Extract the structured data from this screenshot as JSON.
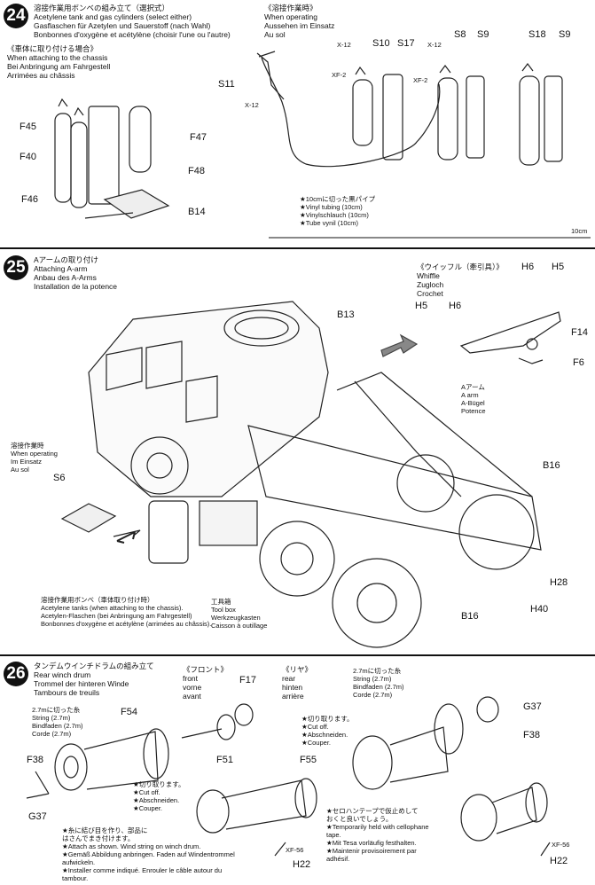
{
  "step24": {
    "number": "24",
    "title": [
      "溶接作業用ボンベの組み立て（選択式）",
      "Acetylene tank and gas cylinders (select either)",
      "Gasflaschen für Azetylen und Sauerstoff (nach Wahl)",
      "Bonbonnes d'oxygène et acétylène (choisir l'une ou l'autre)"
    ],
    "chassis": [
      "《車体に取り付ける場合》",
      "When attaching to the chassis",
      "Bei Anbringung am Fahrgestell",
      "Arrimées au châssis"
    ],
    "operating": [
      "《溶接作業時》",
      "When operating",
      "Aussehen im Einsatz",
      "Au sol"
    ],
    "parts": {
      "F45": "F45",
      "F40": "F40",
      "F46": "F46",
      "F47": "F47",
      "F48": "F48",
      "B14": "B14",
      "S11": "S11",
      "S10": "S10",
      "S17": "S17",
      "S8": "S8",
      "S9a": "S9",
      "S18": "S18",
      "S9b": "S9"
    },
    "paints": {
      "X12a": "X-12",
      "XF2a": "XF-2",
      "X12b": "X-12",
      "XF2b": "XF-2",
      "X12c": "X-12"
    },
    "tubing": [
      "★10cmに切った黒パイプ",
      "★Vinyl tubing (10cm)",
      "★Vinylschlauch (10cm)",
      "★Tube vynil (10cm)"
    ],
    "scale": "10cm"
  },
  "step25": {
    "number": "25",
    "title": [
      "Aアームの取り付け",
      "Attaching A-arm",
      "Anbau des A-Arms",
      "Installation de la potence"
    ],
    "whiffle": [
      "《ウイッフル（牽引具）》",
      "Whiffle",
      "Zugloch",
      "Crochet"
    ],
    "aarm": [
      "Aアーム",
      "A arm",
      "A-Bügel",
      "Potence"
    ],
    "operating": [
      "溶接作業時",
      "When operating",
      "Im Einsatz",
      "Au sol"
    ],
    "tanks": [
      "溶接作業用ボンベ（車体取り付け時）",
      "Acetylene tanks (when attaching to the chassis).",
      "Acetylen-Flaschen (bei Anbringung am Fahrgestell)",
      "Bonbonnes d'oxygène et acétylène (arrimées au châssis)."
    ],
    "toolbox": [
      "工具箱",
      "Tool box",
      "Werkzeugkasten",
      "Caisson à outillage"
    ],
    "parts": {
      "H6a": "H6",
      "H5a": "H5",
      "H5b": "H5",
      "H6b": "H6",
      "F14": "F14",
      "F6": "F6",
      "B13": "B13",
      "B16a": "B16",
      "B16b": "B16",
      "S6": "S6",
      "H28": "H28",
      "H40": "H40"
    }
  },
  "step26": {
    "number": "26",
    "title": [
      "タンデムウインチドラムの組み立て",
      "Rear winch drum",
      "Trommel der hinteren Winde",
      "Tambours de treuils"
    ],
    "front": [
      "《フロント》",
      "front",
      "vorne",
      "avant"
    ],
    "rear": [
      "《リヤ》",
      "rear",
      "hinten",
      "arrière"
    ],
    "string_left": [
      "2.7mに切った糸",
      "String (2.7m)",
      "Bindfaden (2.7m)",
      "Corde (2.7m)"
    ],
    "string_right": [
      "2.7mに切った糸",
      "String (2.7m)",
      "Bindfaden (2.7m)",
      "Corde (2.7m)"
    ],
    "cut_left": [
      "★切り取ります。",
      "★Cut off.",
      "★Abschneiden.",
      "★Couper."
    ],
    "cut_right": [
      "★切り取ります。",
      "★Cut off.",
      "★Abschneiden.",
      "★Couper."
    ],
    "attach": [
      "★糸に結び目を作り、部品に",
      "はさんでまき付けます。",
      "★Attach as shown. Wind string on winch drum.",
      "★Gemäß Abbildung anbringen. Faden auf Windentrommel",
      "aufwickeln.",
      "★Installer comme indiqué. Enrouler le câble autour du",
      "tambour."
    ],
    "tape": [
      "★セロハンテープで仮止めして",
      "おくと良いでしょう。",
      "★Temporarily held with cellophane",
      "tape.",
      "★Mit Tesa vorläufig festhalten.",
      "★Maintenir provisoirement par",
      "adhésif."
    ],
    "parts": {
      "F17": "F17",
      "F54": "F54",
      "F51": "F51",
      "F38a": "F38",
      "G37a": "G37",
      "G37b": "G37",
      "F38b": "F38",
      "F55": "F55",
      "H22a": "H22",
      "H22b": "H22"
    },
    "paints": {
      "XF56a": "XF-56",
      "XF56b": "XF-56"
    }
  }
}
